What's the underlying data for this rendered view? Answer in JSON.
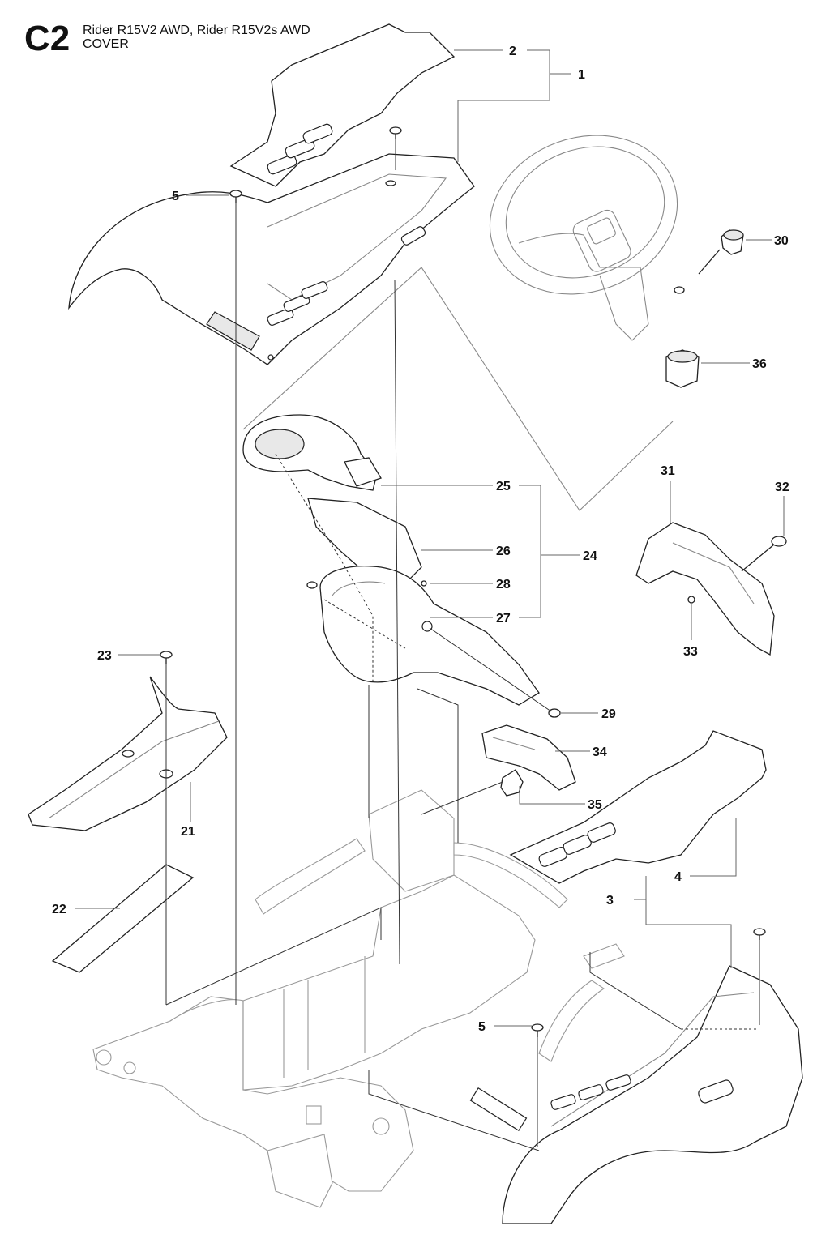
{
  "header": {
    "page_code": "C2",
    "model": "Rider R15V2 AWD, Rider R15V2s AWD",
    "section": "COVER"
  },
  "callouts": {
    "c1": "1",
    "c2": "2",
    "c3": "3",
    "c4": "4",
    "c5a": "5",
    "c5b": "5",
    "c21": "21",
    "c22": "22",
    "c23": "23",
    "c24": "24",
    "c25": "25",
    "c26": "26",
    "c27": "27",
    "c28": "28",
    "c29": "29",
    "c30": "30",
    "c31": "31",
    "c32": "32",
    "c33": "33",
    "c34": "34",
    "c35": "35",
    "c36": "36"
  }
}
